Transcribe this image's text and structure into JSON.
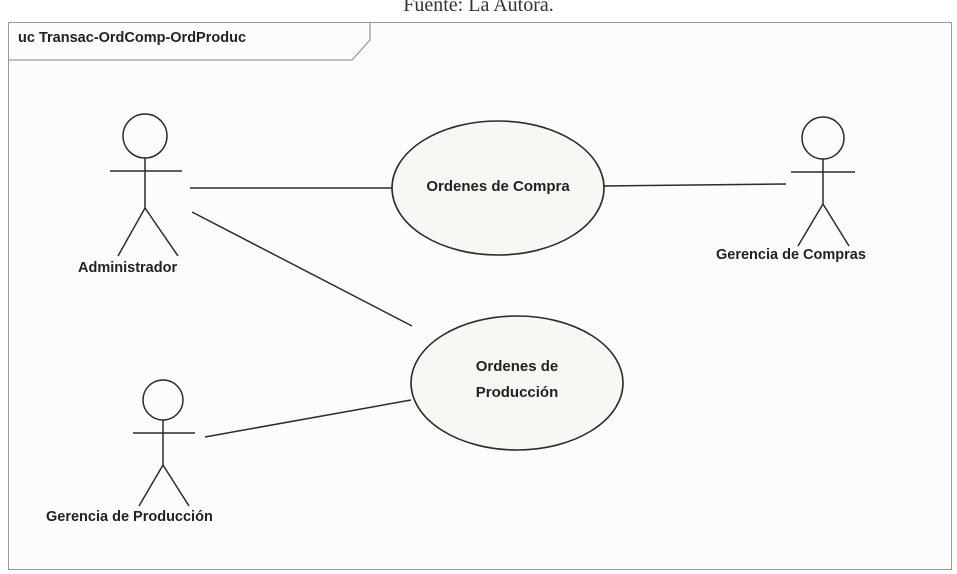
{
  "caption": "Fuente: La Autora.",
  "frame": {
    "label": "uc Transac-OrdComp-OrdProduc"
  },
  "actors": {
    "administrador": "Administrador",
    "gerencia_compras": "Gerencia de Compras",
    "gerencia_produccion": "Gerencia de Producción"
  },
  "use_cases": {
    "ordenes_compra": "Ordenes de Compra",
    "ordenes_produccion_line1": "Ordenes de",
    "ordenes_produccion_line2": "Producción"
  },
  "colors": {
    "stroke": "#2b2b2b",
    "frame_border": "#9a9a9a",
    "ellipse_fill": "#f7f7f4"
  }
}
